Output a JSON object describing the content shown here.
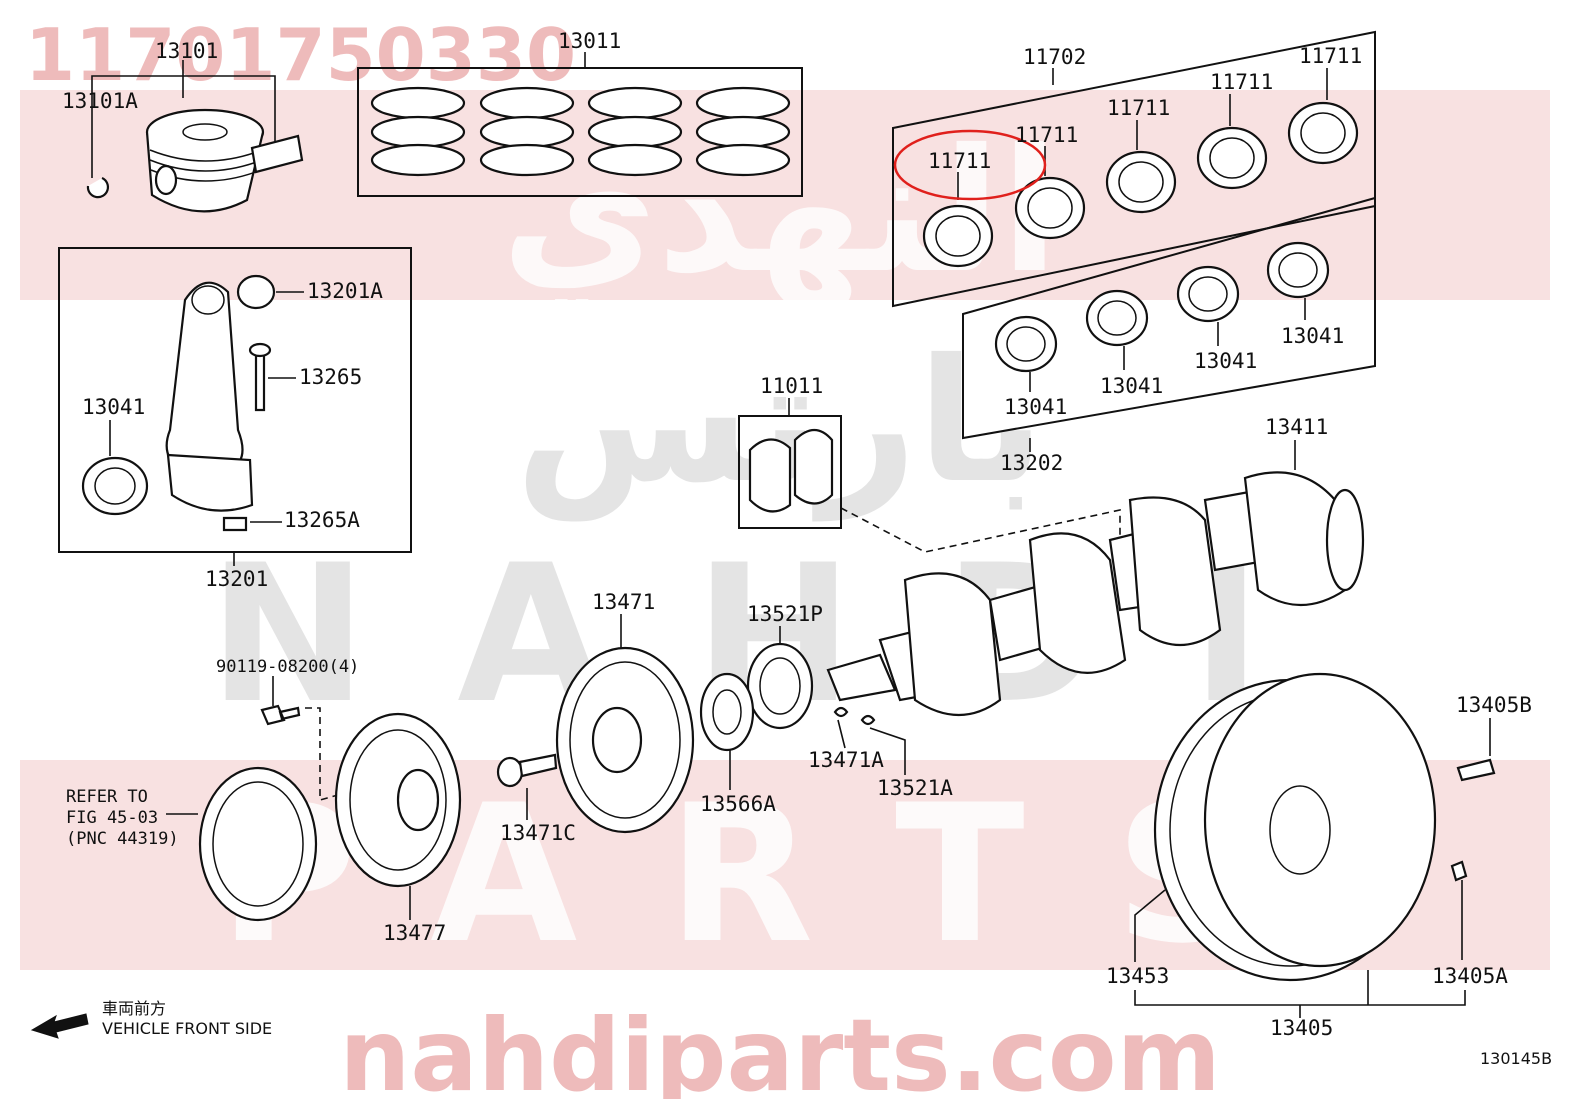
{
  "watermark": {
    "part_number": "11701750330",
    "brand_arabic_top": "النهدي",
    "brand_arabic_mid": "بارتس",
    "brand_latin_1": "NAHDI",
    "brand_latin_2": "PARTS",
    "site": "nahdiparts.com"
  },
  "labels": {
    "p13101": "13101",
    "p13101A": "13101A",
    "p13011": "13011",
    "p11702": "11702",
    "p11711_a": "11711",
    "p11711_b": "11711",
    "p11711_c": "11711",
    "p11711_d": "11711",
    "p11711_e": "11711",
    "p13201A": "13201A",
    "p13265": "13265",
    "p13041_rod": "13041",
    "p13265A": "13265A",
    "p13201": "13201",
    "p13041_a": "13041",
    "p13041_b": "13041",
    "p13041_c": "13041",
    "p13041_d": "13041",
    "p13202": "13202",
    "p11011": "11011",
    "p13411": "13411",
    "p13471": "13471",
    "p13521P": "13521P",
    "p90119": "90119-08200(4)",
    "p13405B": "13405B",
    "p13471A": "13471A",
    "p13521A": "13521A",
    "p13566A": "13566A",
    "p13471C": "13471C",
    "p13477": "13477",
    "p13453": "13453",
    "p13405A": "13405A",
    "p13405": "13405"
  },
  "refer": {
    "line1": "REFER TO",
    "line2": "FIG 45-03",
    "line3": "(PNC 44319)"
  },
  "front": {
    "japanese": "車両前方",
    "english": "VEHICLE FRONT SIDE"
  },
  "figure_id": "130145B",
  "colors": {
    "highlight": "#e0201c",
    "ink": "#111111"
  }
}
